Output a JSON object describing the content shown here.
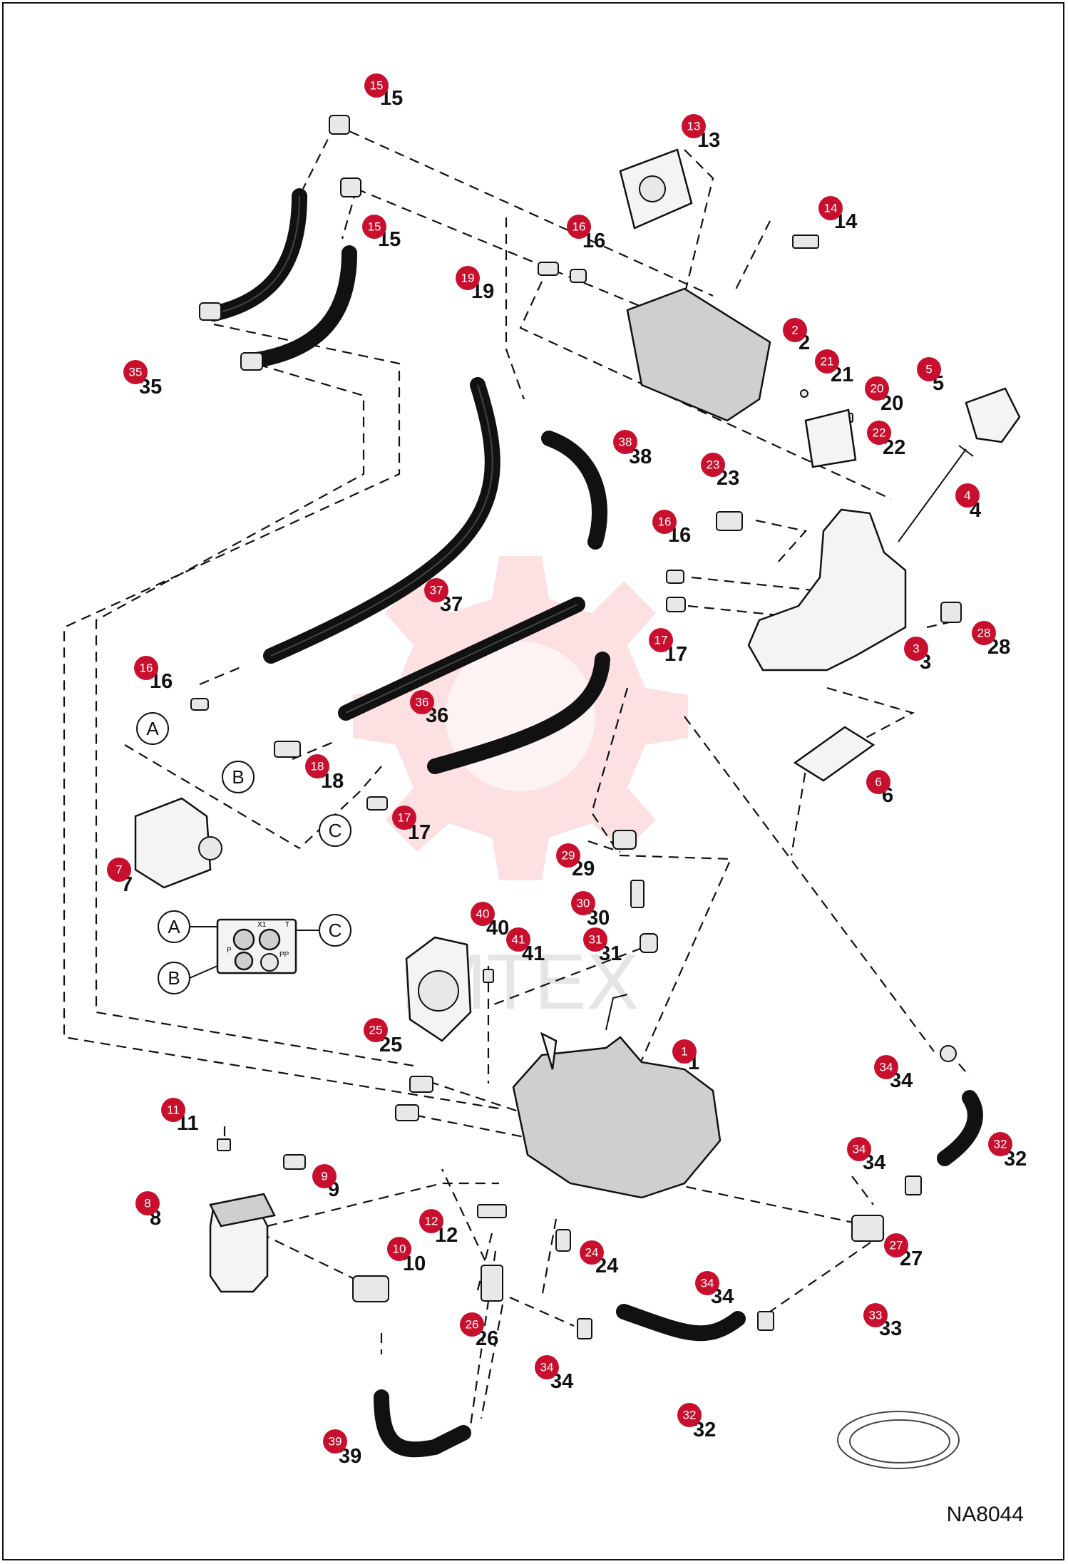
{
  "drawing_code": "NA8044",
  "watermark": "IMTEX",
  "callouts": [
    {
      "n": "1",
      "label": "1"
    },
    {
      "n": "2",
      "label": "2"
    },
    {
      "n": "3",
      "label": "3"
    },
    {
      "n": "4",
      "label": "4"
    },
    {
      "n": "5",
      "label": "5"
    },
    {
      "n": "6",
      "label": "6"
    },
    {
      "n": "7",
      "label": "7"
    },
    {
      "n": "8",
      "label": "8"
    },
    {
      "n": "9",
      "label": "9"
    },
    {
      "n": "10",
      "label": "10"
    },
    {
      "n": "11",
      "label": "11"
    },
    {
      "n": "12",
      "label": "12"
    },
    {
      "n": "13",
      "label": "13"
    },
    {
      "n": "14",
      "label": "14"
    },
    {
      "n": "15",
      "label": "15"
    },
    {
      "n": "15",
      "label": "15"
    },
    {
      "n": "16",
      "label": "16"
    },
    {
      "n": "16",
      "label": "16"
    },
    {
      "n": "16",
      "label": "16"
    },
    {
      "n": "17",
      "label": "17"
    },
    {
      "n": "17",
      "label": "17"
    },
    {
      "n": "18",
      "label": "18"
    },
    {
      "n": "19",
      "label": "19"
    },
    {
      "n": "20",
      "label": "20"
    },
    {
      "n": "21",
      "label": "21"
    },
    {
      "n": "22",
      "label": "22"
    },
    {
      "n": "23",
      "label": "23"
    },
    {
      "n": "24",
      "label": "24"
    },
    {
      "n": "25",
      "label": "25"
    },
    {
      "n": "26",
      "label": "26"
    },
    {
      "n": "27",
      "label": "27"
    },
    {
      "n": "28",
      "label": "28"
    },
    {
      "n": "29",
      "label": "29"
    },
    {
      "n": "30",
      "label": "30"
    },
    {
      "n": "31",
      "label": "31"
    },
    {
      "n": "32",
      "label": "32"
    },
    {
      "n": "32",
      "label": "32"
    },
    {
      "n": "33",
      "label": "33"
    },
    {
      "n": "34",
      "label": "34"
    },
    {
      "n": "34",
      "label": "34"
    },
    {
      "n": "34",
      "label": "34"
    },
    {
      "n": "34",
      "label": "34"
    },
    {
      "n": "35",
      "label": "35"
    },
    {
      "n": "36",
      "label": "36"
    },
    {
      "n": "37",
      "label": "37"
    },
    {
      "n": "38",
      "label": "38"
    },
    {
      "n": "39",
      "label": "39"
    },
    {
      "n": "40",
      "label": "40"
    },
    {
      "n": "41",
      "label": "41"
    }
  ],
  "port_markers": [
    "A",
    "B",
    "C",
    "A",
    "B",
    "C"
  ],
  "port_block_labels": [
    "X1",
    "T",
    "P",
    "PP"
  ]
}
